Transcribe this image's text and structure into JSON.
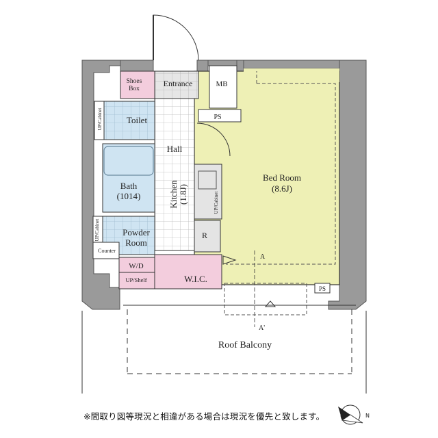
{
  "rooms": {
    "shoes_box": [
      "Shoes",
      "Box"
    ],
    "entrance": "Entrance",
    "mb": "MB",
    "ps_top": "PS",
    "toilet": "Toilet",
    "up_cabinet_toilet": "UP/Cabinet",
    "hall": "Hall",
    "kitchen": [
      "Kitchen",
      "(1.8J)"
    ],
    "up_cabinet_kitchen": "UP/Cabinet",
    "bath": [
      "Bath",
      "(1014)"
    ],
    "up_cabinet_powder": "UP/Cabinet",
    "powder_room": [
      "Powder",
      "Room"
    ],
    "counter": "Counter",
    "refrigerator": "R",
    "wd": "W/D",
    "up_shelf": "UP/Shelf",
    "wic": "W.I.C.",
    "bed_room": [
      "Bed Room",
      "(8.6J)"
    ],
    "ps_bottom": "PS",
    "roof_balcony": "Roof Balcony"
  },
  "section_marks": {
    "a": "A",
    "a_prime": "A'"
  },
  "colors": {
    "wall": "#9a9a9a",
    "bedroom": "#eef0b5",
    "wet_area": "#cfe4f2",
    "storage": "#f3cddd",
    "kitchen_floor": "#e4e4e4"
  },
  "footer_note": "※間取り図等現況と相違がある場合は現況を優先と致します。",
  "compass_icon": "north-arrow-icon"
}
